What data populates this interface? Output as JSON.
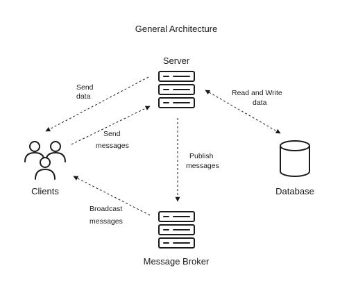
{
  "title": "General Architecture",
  "nodes": {
    "server": {
      "label": "Server",
      "icon": "server-rack-icon"
    },
    "clients": {
      "label": "Clients",
      "icon": "users-icon"
    },
    "database": {
      "label": "Database",
      "icon": "database-cylinder-icon"
    },
    "broker": {
      "label": "Message Broker",
      "icon": "server-rack-icon"
    }
  },
  "edges": {
    "send_data": {
      "from": "Server",
      "to": "Clients",
      "line1": "Send",
      "line2": "data"
    },
    "send_messages": {
      "from": "Clients",
      "to": "Server",
      "line1": "Send",
      "line2": "messages"
    },
    "read_write": {
      "from": "Server",
      "to": "Database",
      "bidirectional": true,
      "line1": "Read and Write",
      "line2": "data"
    },
    "publish": {
      "from": "Server",
      "to": "Message Broker",
      "line1": "Publish",
      "line2": "messages"
    },
    "broadcast": {
      "from": "Message Broker",
      "to": "Clients",
      "line1": "Broadcast",
      "line2": "messages"
    }
  },
  "colors": {
    "stroke": "#1a1a1a",
    "background": "#ffffff"
  }
}
